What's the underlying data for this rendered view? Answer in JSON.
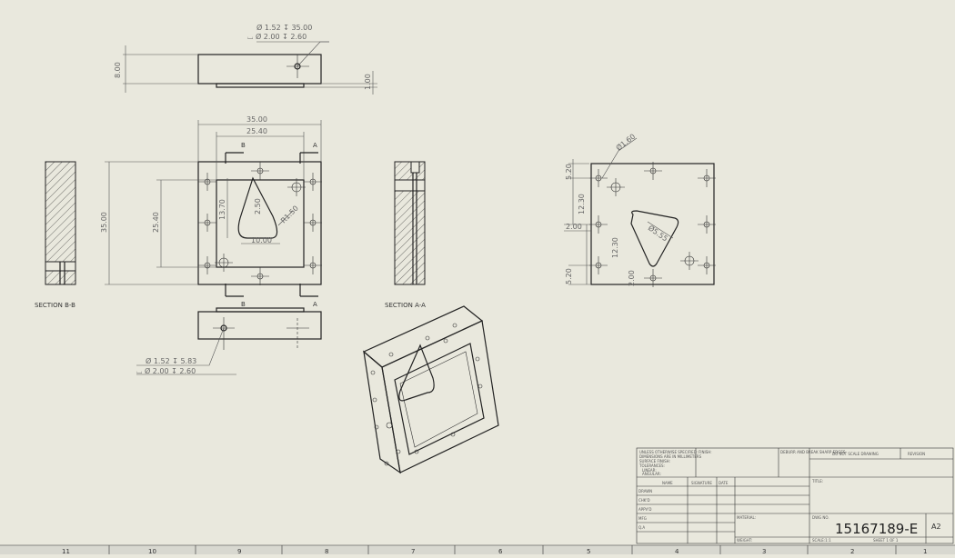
{
  "drawing_number": "15167189-E",
  "sheet_size": "A2",
  "callouts": {
    "top_line1": "Ø 1.52 ↧ 35.00",
    "top_line2": "⌴ Ø 2.00 ↧ 2.60",
    "bottom_line1": "Ø 1.52 ↧ 5.83",
    "bottom_line2": "⌴ Ø 2.00 ↧ 2.60"
  },
  "dimensions": {
    "top_height": "8.00",
    "top_step": "1.00",
    "width_outer": "35.00",
    "width_inner": "25.40",
    "height_outer": "35.00",
    "height_inner": "25.40",
    "tri_height": "13.70",
    "tri_radius": "2.50",
    "tri_radius2": "R1.50",
    "tri_base": "10.00",
    "right_hole": "Ø1.60",
    "right_5_20_top": "5.20",
    "right_12_30_top": "12.30",
    "right_2_00": "2.00",
    "right_12_30_bottom": "12.30",
    "right_5_20_bottom": "5.20",
    "right_2_00_bottom": "2.00",
    "right_tri_dia": "Ø5.55"
  },
  "section_labels": {
    "section_b": "SECTION B-B",
    "section_a": "SECTION A-A",
    "cut_b": "B",
    "cut_a": "A"
  },
  "border_zones": [
    "11",
    "10",
    "9",
    "8",
    "7",
    "6",
    "5",
    "4",
    "3",
    "2",
    "1"
  ],
  "title_block": {
    "notes": [
      "UNLESS OTHERWISE SPECIFIED:",
      "DIMENSIONS ARE IN MILLIMETERS",
      "SURFACE FINISH:",
      "TOLERANCES:",
      "LINEAR:",
      "ANGULAR:"
    ],
    "header_finish": "FINISH:",
    "header_deburr": "DEBURR AND BREAK SHARP EDGES",
    "header_dont_scale": "DO NOT SCALE DRAWING",
    "header_revision": "REVISION",
    "title_label": "TITLE:",
    "row_labels": [
      "DRAWN",
      "CHK'D",
      "APPV'D",
      "MFG",
      "Q.A"
    ],
    "col_labels": [
      "NAME",
      "SIGNATURE",
      "DATE"
    ],
    "material_label": "MATERIAL:",
    "dwg_no_label": "DWG NO.",
    "weight_label": "WEIGHT:",
    "scale_label": "SCALE:1:1",
    "sheet_label": "SHEET 1 OF 1"
  }
}
